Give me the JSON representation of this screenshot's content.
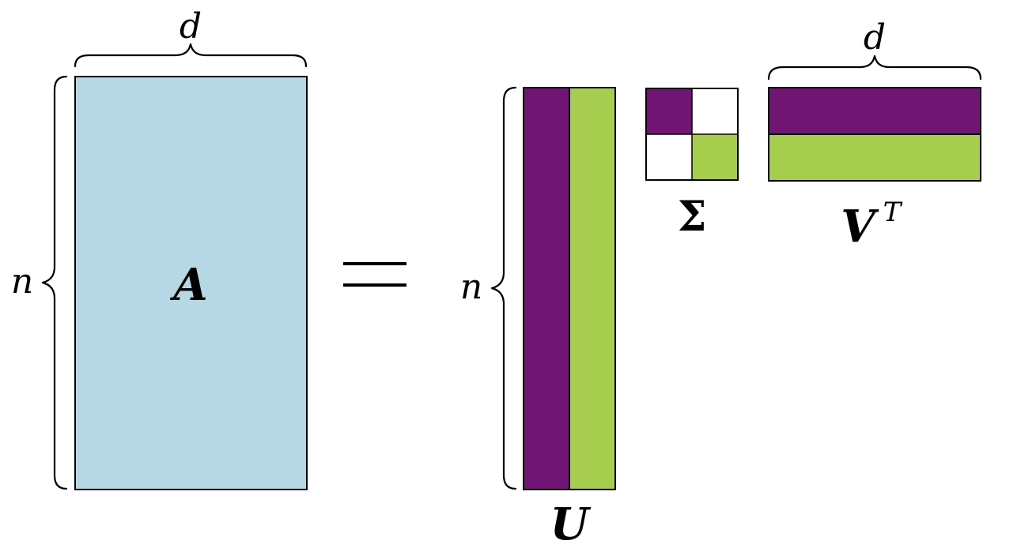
{
  "colors": {
    "matrix_a_fill": "#b5d8e4",
    "first_component": "#711574",
    "second_component": "#a6cd4d",
    "empty_cell": "#ffffff",
    "stroke": "#000000"
  },
  "matrix_a": {
    "label": "A",
    "rows_label": "n",
    "cols_label": "d"
  },
  "matrix_u": {
    "label": "U",
    "rows_label": "n",
    "columns": 2
  },
  "matrix_sigma": {
    "label": "Σ",
    "size": 2
  },
  "matrix_vt": {
    "label": "V",
    "superscript": "T",
    "cols_label": "d",
    "rows": 2
  }
}
